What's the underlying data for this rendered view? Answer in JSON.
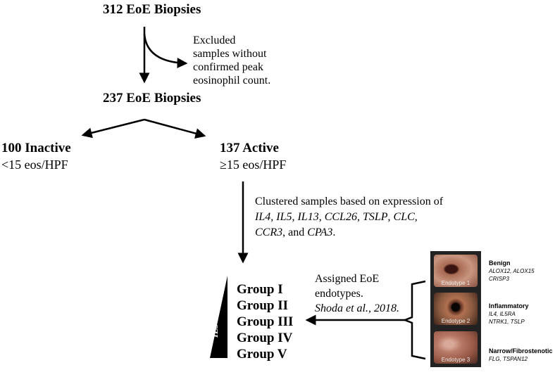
{
  "top": {
    "label": "312 EoE Biopsies"
  },
  "excluded": {
    "lines": [
      "Excluded",
      "samples without",
      "confirmed peak",
      "eosinophil count."
    ]
  },
  "mid": {
    "label": "237 EoE Biopsies"
  },
  "inactive": {
    "title": "100 Inactive",
    "sub": "<15 eos/HPF"
  },
  "active": {
    "title": "137 Active",
    "sub": "≥15 eos/HPF"
  },
  "cluster": {
    "line1": "Clustered samples based on expression of",
    "genes_line2": [
      "IL4",
      "IL5",
      "IL13",
      "CCL26",
      "TSLP",
      "CLC"
    ],
    "genes_line3": [
      "CCR3",
      "CPA3"
    ],
    "and_word": "and"
  },
  "triangle_label": "IL5",
  "groups": [
    "Group I",
    "Group II",
    "Group III",
    "Group IV",
    "Group V"
  ],
  "assigned": {
    "line1": "Assigned EoE",
    "line2": "endotypes.",
    "citation": "Shoda et al., 2018."
  },
  "endotypes": [
    {
      "caption": "Endotype 1",
      "name": "Benign",
      "genes": [
        "ALOX12, ALOX15",
        "CRISP3"
      ]
    },
    {
      "caption": "Endotype 2",
      "name": "Inflammatory",
      "genes": [
        "IL4, IL5RA",
        "NTRK1, TSLP"
      ]
    },
    {
      "caption": "Endotype 3",
      "name": "Narrow/Fibrostenotic",
      "genes": [
        "FLG, TSPAN12"
      ]
    }
  ]
}
